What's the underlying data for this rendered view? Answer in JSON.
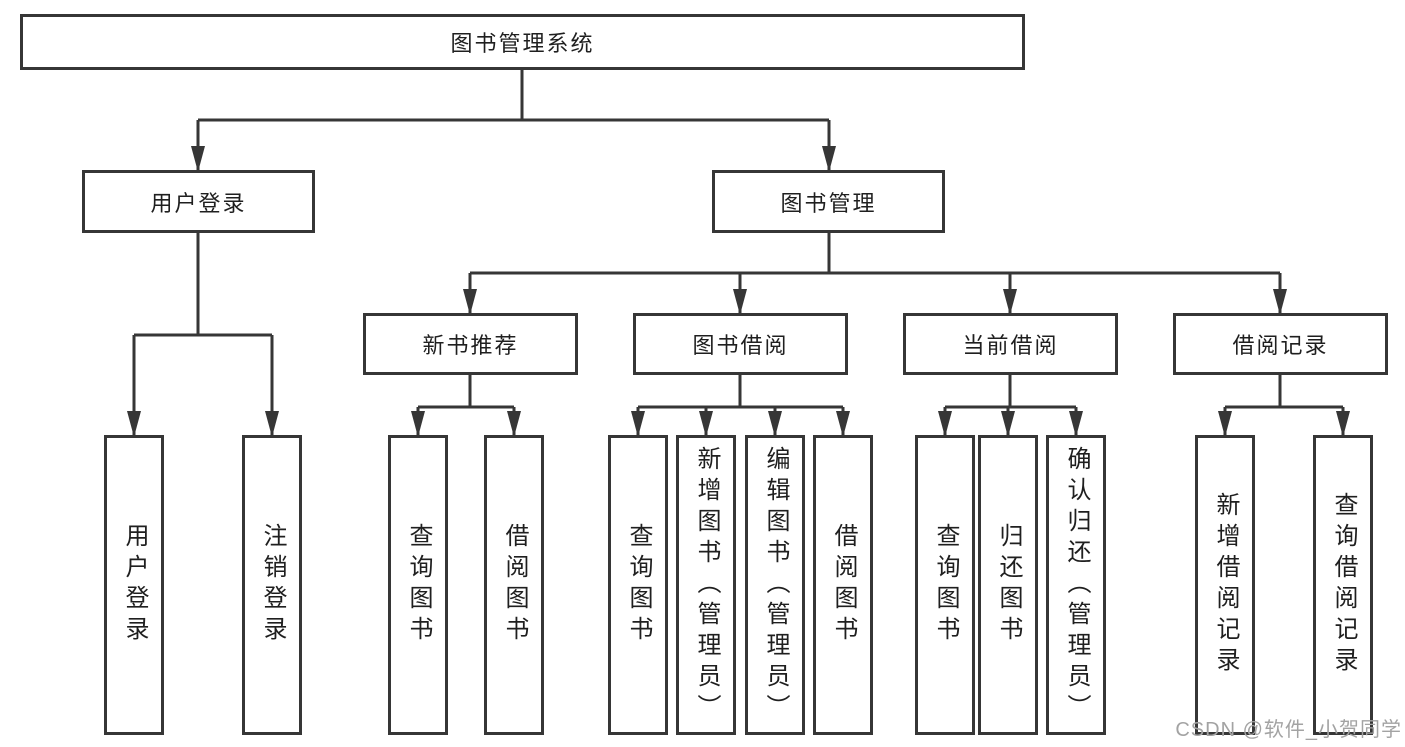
{
  "diagram": {
    "title": "图书管理系统",
    "branches": {
      "user_login": {
        "label": "用户登录",
        "children": [
          "用户登录",
          "注销登录"
        ]
      },
      "book_management": {
        "label": "图书管理",
        "sections": {
          "new_books": {
            "label": "新书推荐",
            "children": [
              "查询图书",
              "借阅图书"
            ]
          },
          "borrowing": {
            "label": "图书借阅",
            "children": [
              "查询图书",
              "新增图书（管理员）",
              "编辑图书（管理员）",
              "借阅图书"
            ]
          },
          "current": {
            "label": "当前借阅",
            "children": [
              "查询图书",
              "归还图书",
              "确认归还（管理员）"
            ]
          },
          "records": {
            "label": "借阅记录",
            "children": [
              "新增借阅记录",
              "查询借阅记录"
            ]
          }
        }
      }
    }
  },
  "watermark": "CSDN @软件_小贺同学",
  "colors": {
    "line": "#363636",
    "text": "#1f1f1f",
    "background": "#ffffff",
    "watermark": "#a3a3a3"
  }
}
